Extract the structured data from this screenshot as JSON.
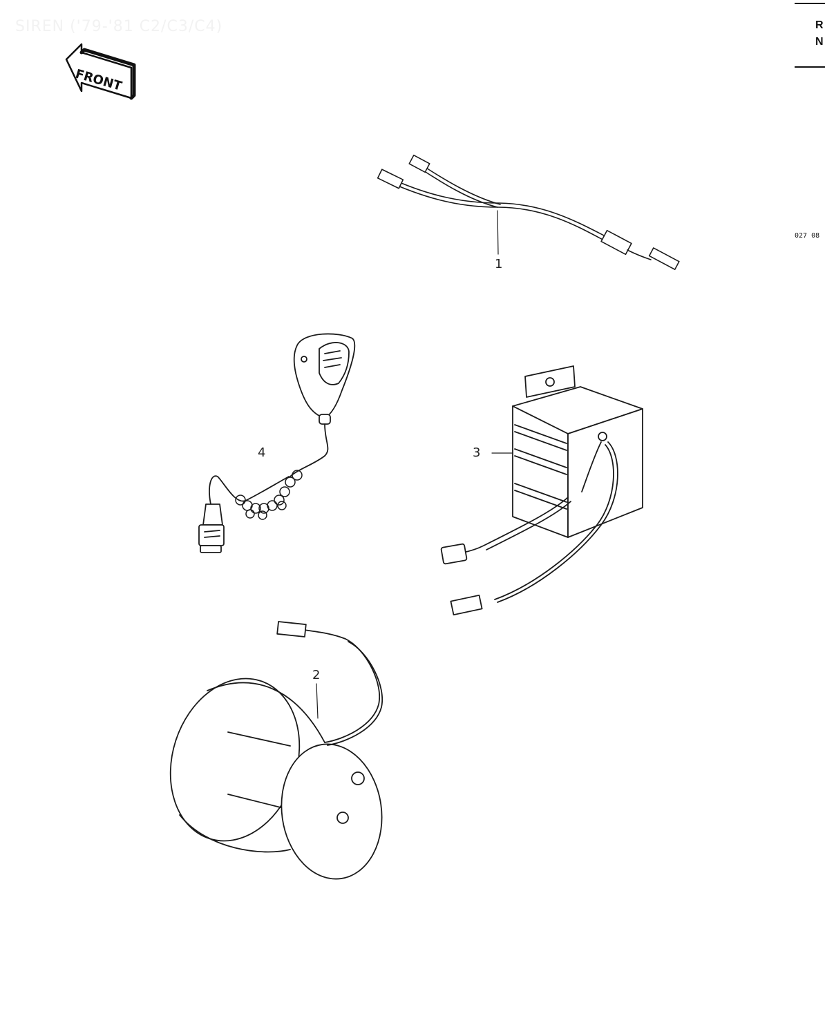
{
  "header": {
    "title": "SIREN ('79-'81 C2/C3/C4)",
    "corner_letter_1": "R",
    "corner_letter_2": "N",
    "reference_code": "027 08"
  },
  "front_indicator": {
    "label": "FRONT",
    "icon": "front-arrow-icon"
  },
  "callouts": [
    "1",
    "2",
    "3",
    "4"
  ],
  "parts": [
    {
      "callout": "1",
      "icon": "wire-harness-icon"
    },
    {
      "callout": "2",
      "icon": "siren-speaker-icon"
    },
    {
      "callout": "3",
      "icon": "siren-amplifier-icon"
    },
    {
      "callout": "4",
      "icon": "microphone-icon"
    }
  ]
}
